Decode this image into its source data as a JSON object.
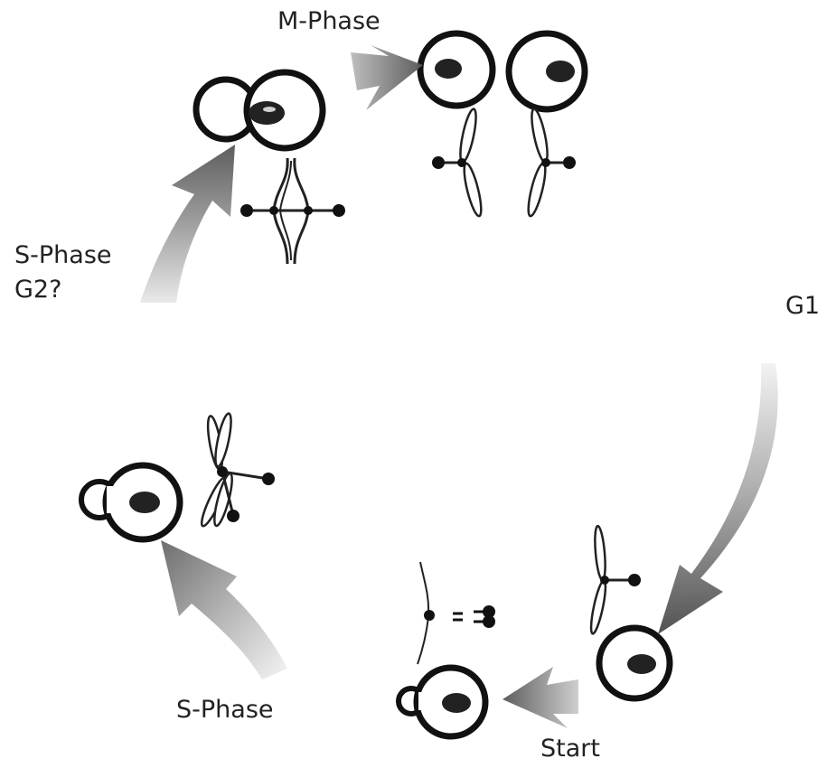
{
  "labels": {
    "m_phase": "M-Phase",
    "s_phase_g2_line1": "S-Phase",
    "s_phase_g2_line2": "G2?",
    "g1": "G1",
    "s_phase": "S-Phase",
    "start": "Start"
  },
  "colors": {
    "cell_outline": "#111111",
    "nucleus": "#222222",
    "arrow": "#555555",
    "background": "#ffffff"
  }
}
